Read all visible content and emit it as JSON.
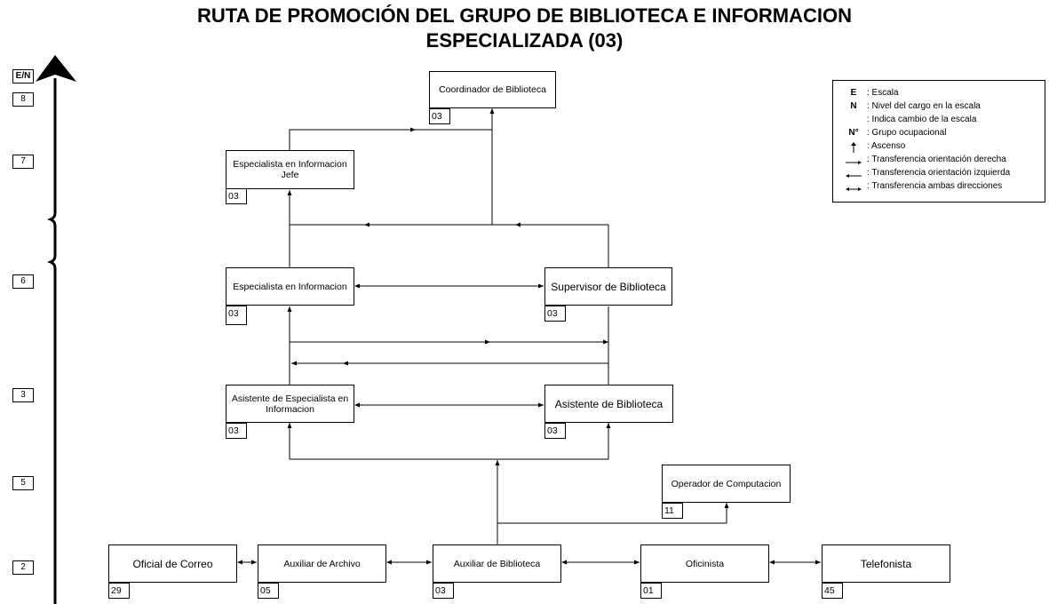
{
  "title": {
    "line1": "RUTA DE PROMOCIÓN DEL GRUPO DE BIBLIOTECA E INFORMACION",
    "line2": "ESPECIALIZADA (03)"
  },
  "axis": {
    "header": "E/N",
    "levels": [
      "8",
      "7",
      "6",
      "3",
      "5",
      "2"
    ]
  },
  "positions": {
    "coordinador": {
      "label": "Coordinador de Biblioteca",
      "code": "03"
    },
    "esp_jefe": {
      "label": "Especialista en Informacion Jefe",
      "code": "03"
    },
    "esp_info": {
      "label": "Especialista en Informacion",
      "code": "03"
    },
    "supervisor": {
      "label": "Supervisor de Biblioteca",
      "code": "03"
    },
    "asist_esp": {
      "label": "Asistente de Especialista en Informacion",
      "code": "03"
    },
    "asist_bib": {
      "label": "Asistente de Biblioteca",
      "code": "03"
    },
    "operador": {
      "label": "Operador de Computacion",
      "code": "11"
    },
    "correo": {
      "label": "Oficial de Correo",
      "code": "29"
    },
    "archivo": {
      "label": "Auxiliar de Archivo",
      "code": "05"
    },
    "aux_bib": {
      "label": "Auxiliar de Biblioteca",
      "code": "03"
    },
    "oficinista": {
      "label": "Oficinista",
      "code": "01"
    },
    "telefonista": {
      "label": "Telefonista",
      "code": "45"
    }
  },
  "legend": {
    "items": [
      {
        "symbol": "E",
        "text": ": Escala"
      },
      {
        "symbol": "N",
        "text": ": Nivel del cargo en la escala"
      },
      {
        "symbol": "",
        "text": ": Indica cambio de la escala"
      },
      {
        "symbol": "N°",
        "text": ": Grupo ocupacional"
      },
      {
        "symbol": "ascend-arrow-icon",
        "text": ": Ascenso"
      },
      {
        "symbol": "right-arrow-icon",
        "text": ": Transferencia orientación derecha"
      },
      {
        "symbol": "left-arrow-icon",
        "text": ": Transferencia orientación izquierda"
      },
      {
        "symbol": "both-arrow-icon",
        "text": ": Transferencia ambas direcciones"
      }
    ]
  }
}
